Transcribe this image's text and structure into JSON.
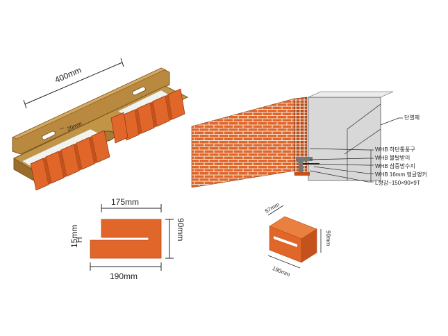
{
  "bracket": {
    "length_label": "400mm",
    "gap_label": "20mm"
  },
  "callouts": [
    "단열재",
    "WHB 하단통풍구",
    "WHB 몰탈받이",
    "WHB 삼중방수지",
    "WHB 16mm 앵글앵커",
    "L형강−150×90×9T"
  ],
  "profile": {
    "top_label": "175mm",
    "bottom_label": "190mm",
    "right_label": "90mm",
    "left_label": "15mm",
    "left_symbol": "H"
  },
  "brick3d": {
    "depth_label": "57mm",
    "height_label": "90mm",
    "width_label": "190mm"
  },
  "colors": {
    "brick": "#e0662a",
    "brick_dark": "#c4521c",
    "mortar": "#f2f2ee",
    "bracket": "#b8893e",
    "bracket_dark": "#8f6427",
    "steel": "#c9c9c9",
    "insulation": "#d8d8d8"
  }
}
